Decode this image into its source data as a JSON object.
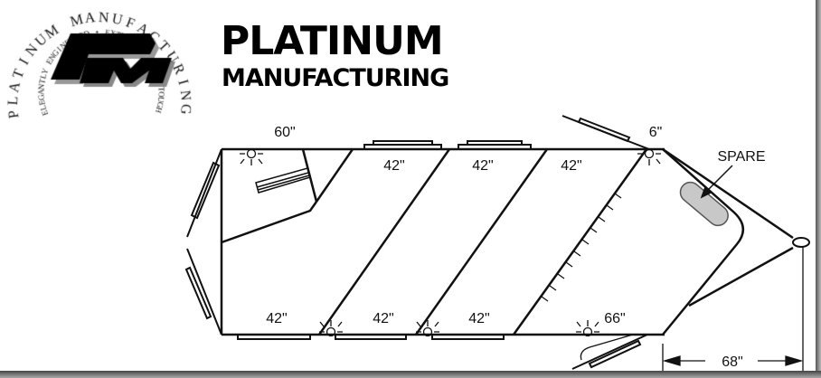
{
  "brand": {
    "title_line1": "PLATINUM",
    "title_line2": "MANUFACTURING",
    "logo_outer_text": "PLATINUM MANUFACTURING",
    "logo_inner_text": "ELEGANTLY ENGINEERED • EXTRAORDINARILY TOUGH",
    "logo_monogram": "PM"
  },
  "diagram": {
    "labels": {
      "tack_width": "60\"",
      "nose_width": "6\"",
      "spare": "SPARE",
      "stall_top_1": "42\"",
      "stall_top_2": "42\"",
      "stall_top_3": "42\"",
      "stall_bottom_1": "42\"",
      "stall_bottom_2": "42\"",
      "stall_bottom_3": "42\"",
      "stall_bottom_4": "66\"",
      "gooseneck_length": "68\""
    },
    "colors": {
      "line": "#111111",
      "spare_fill": "#c8c8c8"
    }
  }
}
